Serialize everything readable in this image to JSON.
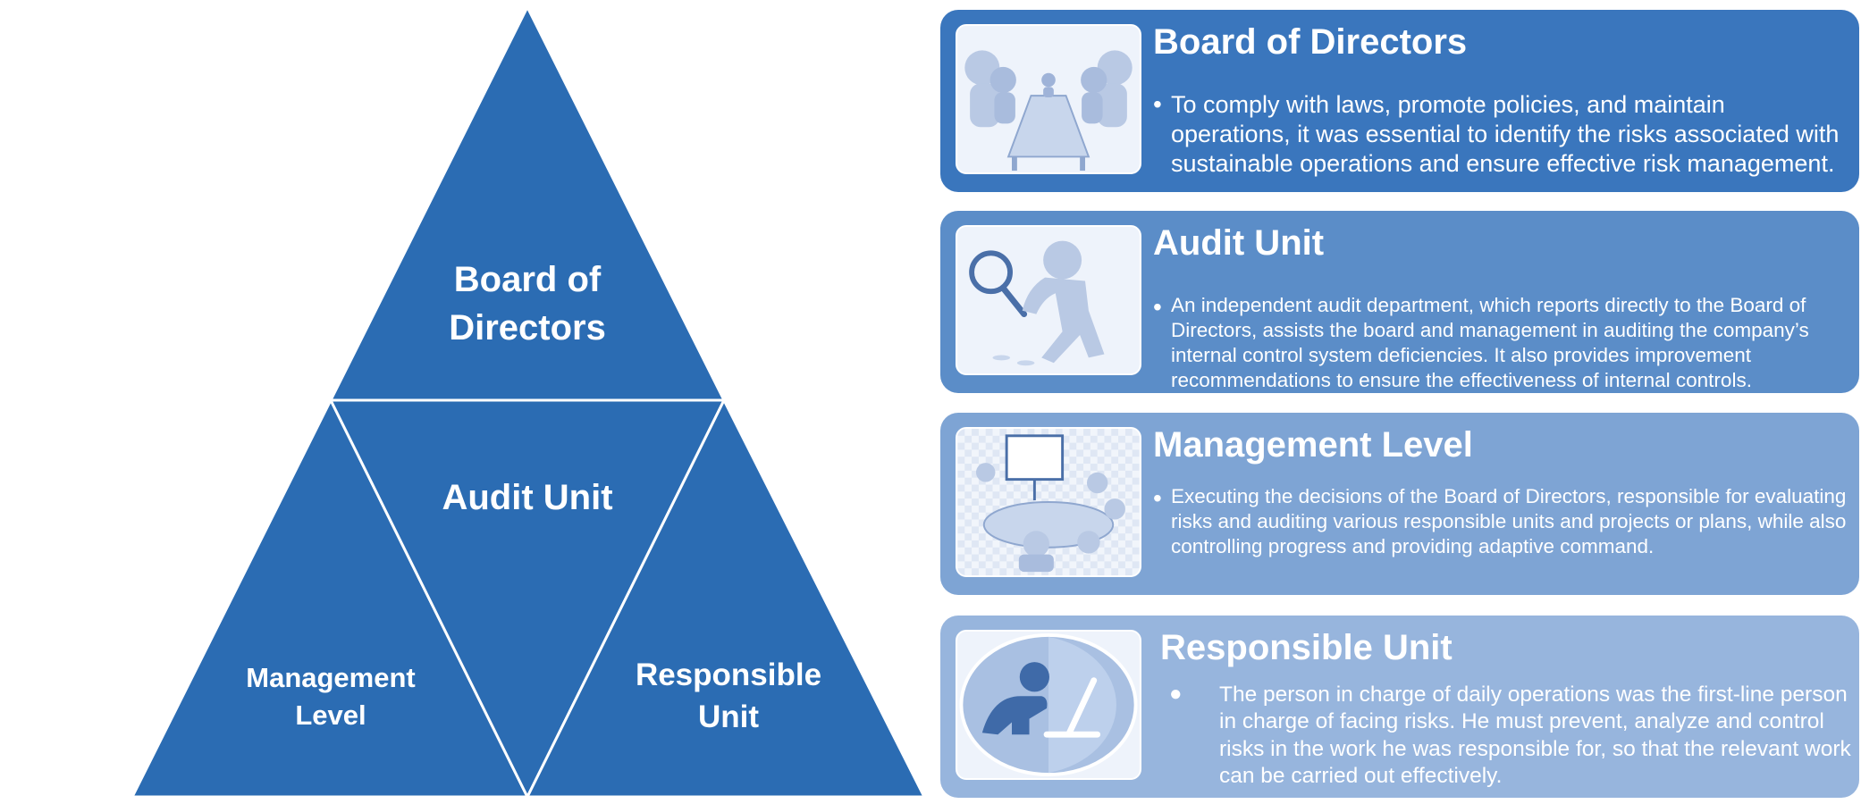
{
  "pyramid": {
    "fill_color": "#2b6cb3",
    "line_color": "#ffffff",
    "top": {
      "line1": "Board of",
      "line2": "Directors"
    },
    "center": {
      "label": "Audit Unit"
    },
    "left": {
      "line1": "Management",
      "line2": "Level"
    },
    "right": {
      "line1": "Responsible",
      "line2": "Unit"
    }
  },
  "cards": [
    {
      "title": "Board of Directors",
      "bullet": "•",
      "text": "To comply with laws, promote policies, and maintain operations, it was essential to identify the risks associated with sustainable operations and ensure effective risk management.",
      "color": "#3a76bd",
      "icon": "boardroom-meeting-icon"
    },
    {
      "title": "Audit Unit",
      "bullet": "•",
      "text": "An independent audit department, which reports directly to the Board of Directors, assists the board and management in auditing the company’s internal control system deficiencies. It also provides improvement recommendations to ensure the effectiveness of internal controls.",
      "color": "#5b8dc8",
      "icon": "magnifying-glass-inspector-icon"
    },
    {
      "title": "Management Level",
      "bullet": "•",
      "text": "Executing the decisions of the Board of Directors, responsible for evaluating risks and auditing various responsible units and projects or plans, while also controlling progress and providing adaptive command.",
      "color": "#7ea4d4",
      "icon": "team-meeting-whiteboard-icon"
    },
    {
      "title": "Responsible Unit",
      "bullet": "●",
      "text": "The person in charge of daily operations was the first-line person in charge of facing risks.  He must prevent, analyze and control risks in the work he was responsible for, so that the relevant work can be carried out effectively.",
      "color": "#97b5dd",
      "icon": "person-at-laptop-icon"
    }
  ]
}
